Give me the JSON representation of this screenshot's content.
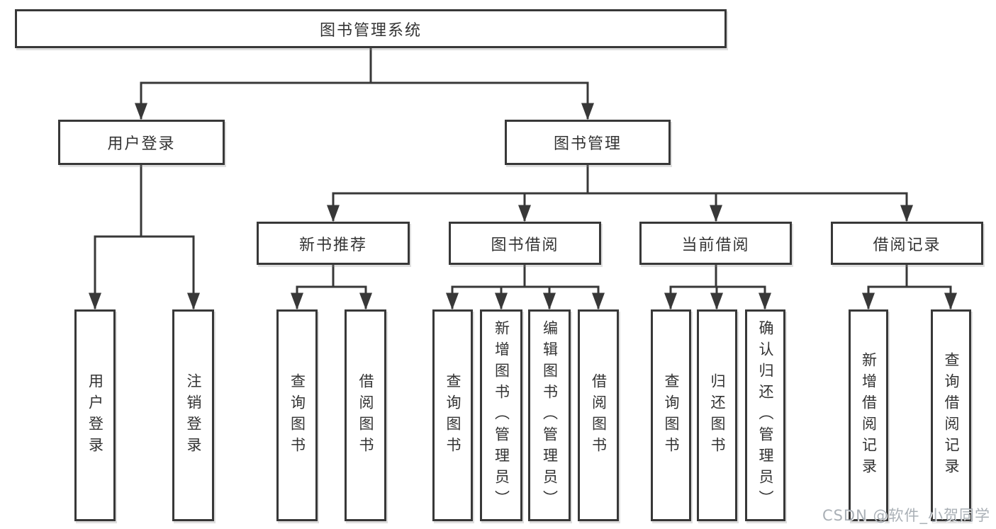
{
  "diagram": {
    "title": "图书管理系统",
    "watermark": "CSDN @软件_小贺同学",
    "colors": {
      "line": "#383838",
      "text": "#333333",
      "box_bg": "#ffffff",
      "watermark": "#8e959e"
    },
    "nodes": {
      "root": {
        "label": "图书管理系统"
      },
      "user_login": {
        "label": "用户登录"
      },
      "book_mgmt": {
        "label": "图书管理"
      },
      "new_book": {
        "label": "新书推荐"
      },
      "book_borrow": {
        "label": "图书借阅"
      },
      "current": {
        "label": "当前借阅"
      },
      "records": {
        "label": "借阅记录"
      },
      "leaf_user_login": {
        "label": "用户登录"
      },
      "leaf_logout": {
        "label": "注销登录"
      },
      "leaf_nb_query": {
        "label": "查询图书"
      },
      "leaf_nb_borrow": {
        "label": "借阅图书"
      },
      "leaf_bw_query": {
        "label": "查询图书"
      },
      "leaf_bw_add": {
        "label": "新增图书（管理员）"
      },
      "leaf_bw_edit": {
        "label": "编辑图书（管理员）"
      },
      "leaf_bw_borrow": {
        "label": "借阅图书"
      },
      "leaf_cur_query": {
        "label": "查询图书"
      },
      "leaf_cur_return": {
        "label": "归还图书"
      },
      "leaf_cur_confirm": {
        "label": "确认归还（管理员）"
      },
      "leaf_rec_add": {
        "label": "新增借阅记录"
      },
      "leaf_rec_query": {
        "label": "查询借阅记录"
      }
    },
    "hierarchy": {
      "图书管理系统": {
        "用户登录": [
          "用户登录",
          "注销登录"
        ],
        "图书管理": {
          "新书推荐": [
            "查询图书",
            "借阅图书"
          ],
          "图书借阅": [
            "查询图书",
            "新增图书（管理员）",
            "编辑图书（管理员）",
            "借阅图书"
          ],
          "当前借阅": [
            "查询图书",
            "归还图书",
            "确认归还（管理员）"
          ],
          "借阅记录": [
            "新增借阅记录",
            "查询借阅记录"
          ]
        }
      }
    }
  }
}
